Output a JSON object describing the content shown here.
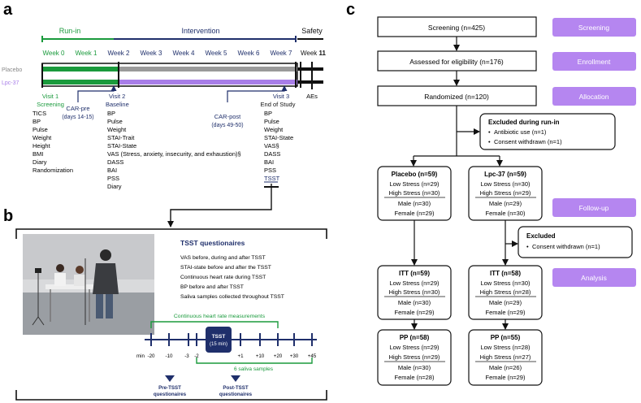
{
  "panels": {
    "a": "a",
    "b": "b",
    "c": "c"
  },
  "timeline": {
    "phases": {
      "runin": "Run-in",
      "intervention": "Intervention",
      "safety": "Safety"
    },
    "weeks": [
      "Week 0",
      "Week 1",
      "Week 2",
      "Week 3",
      "Week 4",
      "Week 5",
      "Week 6",
      "Week 7"
    ],
    "week11_prefix": "Week ",
    "week11_num": "11",
    "arms": {
      "placebo": "Placebo",
      "lpc": "Lpc-37"
    },
    "visit1": {
      "title": "Visit 1",
      "subtitle": "Screening",
      "items": [
        "TICS",
        "BP",
        "Pulse",
        "Weight",
        "Height",
        "BMI",
        "Diary",
        "Randomization"
      ]
    },
    "car_pre": {
      "title": "CAR-pre",
      "days": "(days 14-15)"
    },
    "visit2": {
      "title": "Visit 2",
      "subtitle": "Baseline",
      "items": [
        "BP",
        "Pulse",
        "Weight",
        "STAI-Trait",
        "STAI-State",
        "VAS (Stress, anxiety, insecurity, and exhaustion)§",
        "DASS",
        "BAI",
        "PSS",
        "Diary"
      ]
    },
    "car_post": {
      "title": "CAR-post",
      "days": "(days 49-50)"
    },
    "visit3": {
      "title": "Visit 3",
      "subtitle": "End of Study",
      "items": [
        "BP",
        "Pulse",
        "Weight",
        "STAI-State",
        "VAS§",
        "DASS",
        "BAI",
        "PSS",
        "TSST"
      ]
    },
    "aes": "AEs"
  },
  "tsst": {
    "title": "TSST questionaires",
    "items": [
      "VAS before, during and after TSST",
      "STAI-state before and after the TSST",
      "Continuous heart rate during TSST",
      "BP before and after TSST",
      "Saliva samples collected throughout TSST"
    ],
    "hr_label": "Continuous heart rate measurements",
    "box_title": "TSST",
    "box_sub": "(15 min)",
    "ticks": [
      "min",
      "-20",
      "-10",
      "-3",
      "-2",
      "+1",
      "+10",
      "+20",
      "+30",
      "+45"
    ],
    "saliva": "6 saliva samples",
    "pre": [
      "Pre-TSST",
      "questionaires"
    ],
    "post": [
      "Post-TSST",
      "questionaires"
    ]
  },
  "flow": {
    "screening": "Screening (n=425)",
    "eligibility": "Assessed for eligibility  (n=176)",
    "randomized": "Randomized (n=120)",
    "excluded_runin": {
      "title": "Excluded  during run-in",
      "items": [
        "Antibiotic use (n=1)",
        "Consent withdrawn (n=1)"
      ]
    },
    "placebo": {
      "title": "Placebo (n=59)",
      "rows": [
        "Low Stress (n=29)",
        "High Stress (n=30)",
        "Male (n=30)",
        "Female (n=29)"
      ]
    },
    "lpc": {
      "title": "Lpc-37 (n=59)",
      "rows": [
        "Low Stress (n=30)",
        "High Stress (n=29)",
        "Male (n=29)",
        "Female (n=30)"
      ]
    },
    "excluded": {
      "title": "Excluded",
      "items": [
        "Consent withdrawn (n=1)"
      ]
    },
    "itt_left": {
      "title": "ITT (n=59)",
      "rows": [
        "Low Stress (n=29)",
        "High Stress (n=30)",
        "Male (n=30)",
        "Female (n=29)"
      ]
    },
    "itt_right": {
      "title": "ITT (n=58)",
      "rows": [
        "Low Stress (n=30)",
        "High Stress (n=28)",
        "Male (n=29)",
        "Female (n=29)"
      ]
    },
    "pp_left": {
      "title": "PP (n=58)",
      "rows": [
        "Low Stress (n=29)",
        "High Stress (n=29)",
        "Male (n=30)",
        "Female (n=28)"
      ]
    },
    "pp_right": {
      "title": "PP (n=55)",
      "rows": [
        "Low Stress (n=28)",
        "High Stress (n=27)",
        "Male (n=26)",
        "Female (n=29)"
      ]
    },
    "stages": [
      "Screening",
      "Enrollment",
      "Allocation",
      "Follow-up",
      "Analysis"
    ]
  },
  "colors": {
    "green": "#1a9a3c",
    "purple": "#a87ee8",
    "navy": "#1f2f6b",
    "stage": "#b586f0"
  }
}
